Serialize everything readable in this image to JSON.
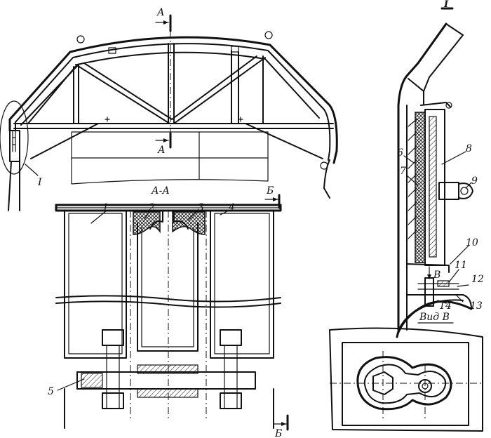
{
  "labels": {
    "section_a": "А",
    "section_aa": "А-А",
    "detail_i": "I",
    "section_b": "Б",
    "view_b_letter": "В",
    "view_b": "Вид В",
    "callouts": [
      "1",
      "2",
      "3",
      "4",
      "5",
      "6",
      "7",
      "8",
      "9",
      "10",
      "11",
      "12",
      "13",
      "14"
    ]
  }
}
